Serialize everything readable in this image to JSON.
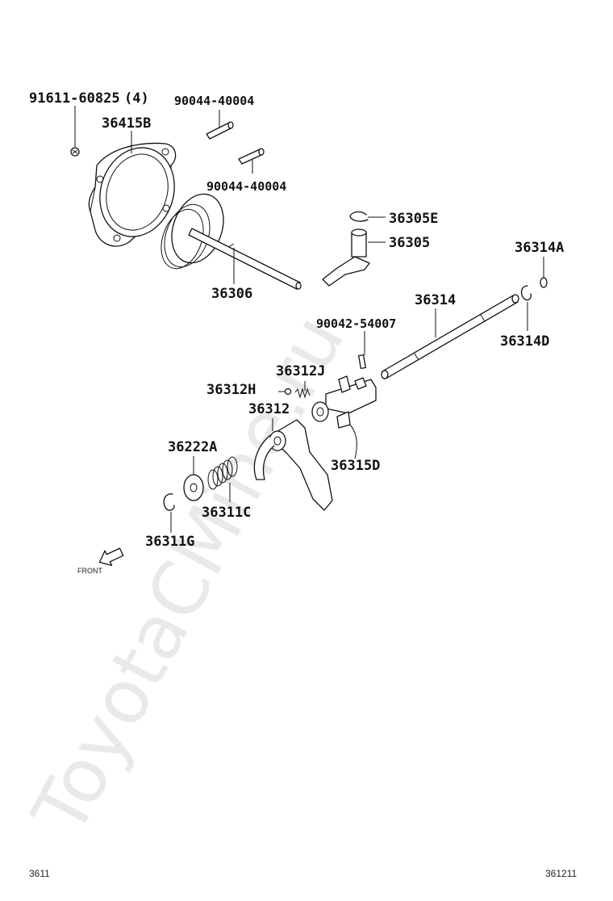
{
  "watermark": "ToyotaCMine.ru",
  "parts": [
    {
      "id": "p1",
      "label": "91611-60825"
    },
    {
      "id": "p1q",
      "label": "(4)"
    },
    {
      "id": "p2",
      "label": "36415B"
    },
    {
      "id": "p3",
      "label": "90044-40004"
    },
    {
      "id": "p4",
      "label": "90044-40004"
    },
    {
      "id": "p5",
      "label": "36305E"
    },
    {
      "id": "p6",
      "label": "36305"
    },
    {
      "id": "p7",
      "label": "36314A"
    },
    {
      "id": "p8",
      "label": "36306"
    },
    {
      "id": "p9",
      "label": "36314"
    },
    {
      "id": "p10",
      "label": "90042-54007"
    },
    {
      "id": "p11",
      "label": "36314D"
    },
    {
      "id": "p12",
      "label": "36312J"
    },
    {
      "id": "p13",
      "label": "36312H"
    },
    {
      "id": "p14",
      "label": "36312"
    },
    {
      "id": "p15",
      "label": "36222A"
    },
    {
      "id": "p16",
      "label": "36315D"
    },
    {
      "id": "p17",
      "label": "36311C"
    },
    {
      "id": "p18",
      "label": "36311G"
    }
  ],
  "front_label": "FRONT",
  "footer": {
    "left": "3611",
    "right": "361211"
  }
}
